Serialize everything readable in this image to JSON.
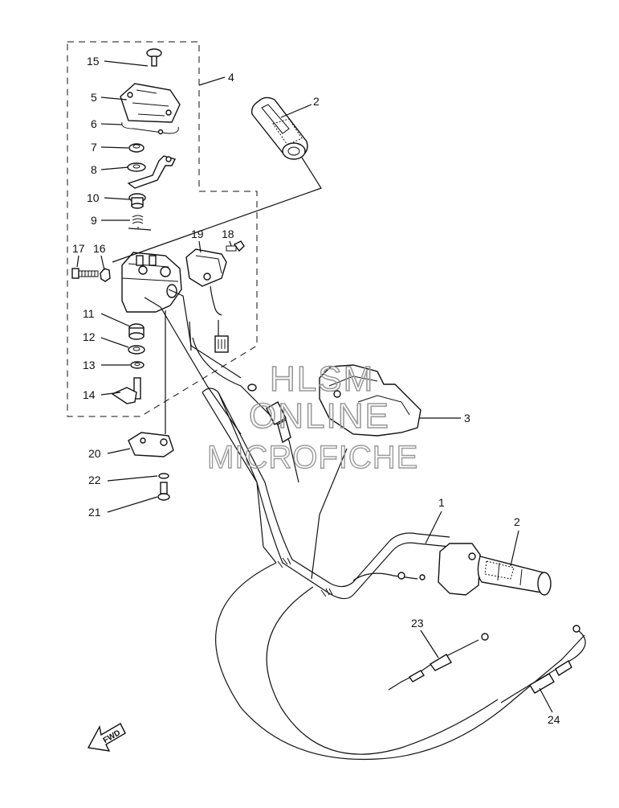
{
  "callouts": [
    "1",
    "2",
    "2",
    "3",
    "4",
    "5",
    "6",
    "7",
    "8",
    "9",
    "10",
    "11",
    "12",
    "13",
    "14",
    "15",
    "16",
    "17",
    "18",
    "19",
    "20",
    "21",
    "22",
    "23",
    "24"
  ],
  "fwd_label": "FWD",
  "watermark": [
    "HLSM",
    "ONLINE",
    "MICROFICHE"
  ]
}
